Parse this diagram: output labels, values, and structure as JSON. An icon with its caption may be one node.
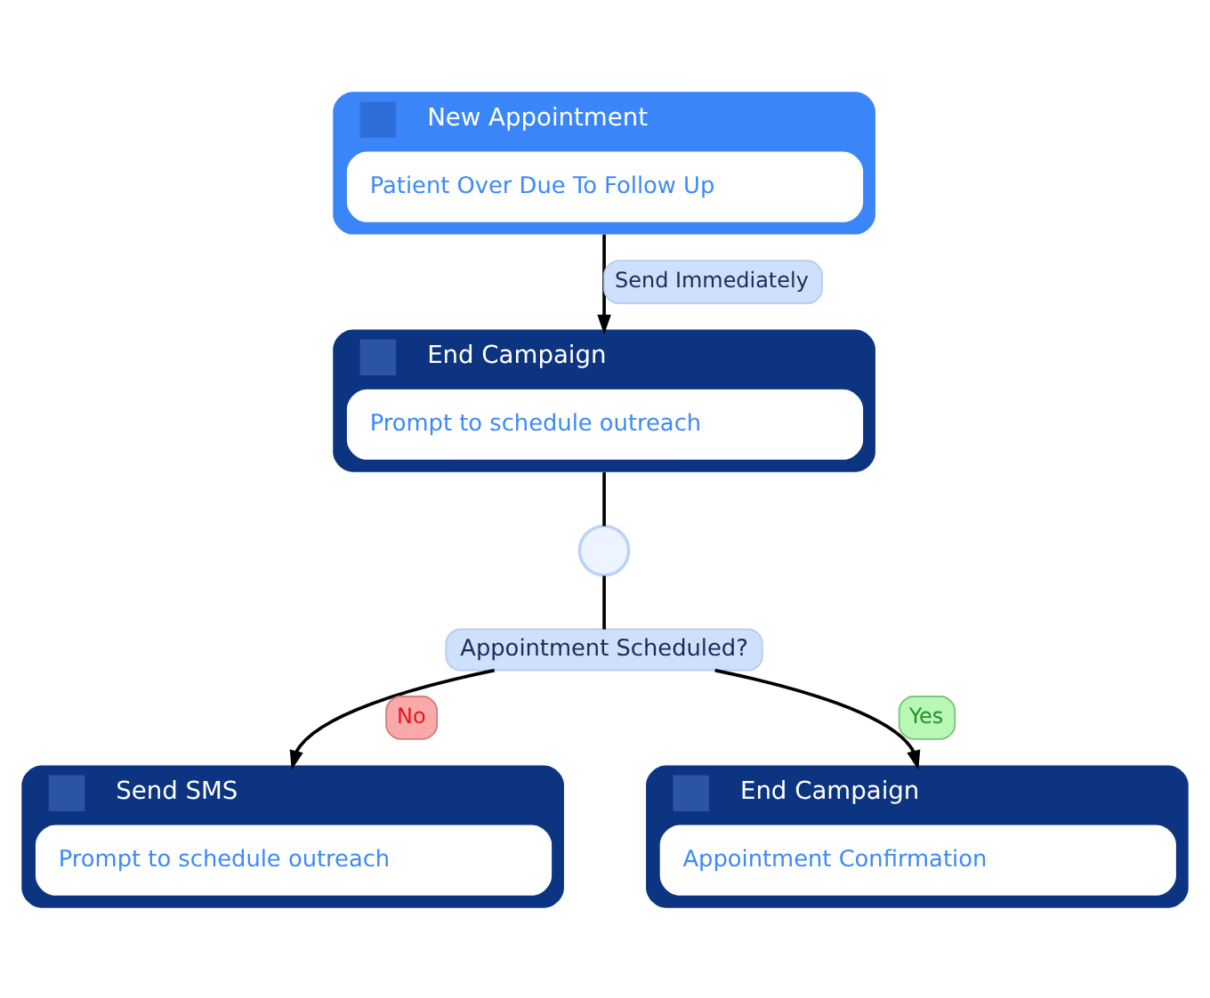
{
  "diagram": {
    "nodes": [
      {
        "text": [
          "New Appointment",
          "Patient Over Due To Follow Up"
        ]
      },
      {
        "text": [
          "End Campaign",
          "Prompt to schedule outreach"
        ]
      },
      {
        "text": [],
        "shape": "circle"
      },
      {
        "text": [
          "Appointment Scheduled?"
        ]
      },
      {
        "text": [
          "Send SMS",
          "Prompt to schedule outreach"
        ]
      },
      {
        "text": [
          "End Campaign",
          "Appointment Confirmation"
        ]
      }
    ],
    "edges": [
      {
        "from": 0,
        "to": 1,
        "arrow": "to",
        "label": "Send Immediately"
      },
      {
        "from": 1,
        "to": 2,
        "arrow": "none"
      },
      {
        "from": 2,
        "to": 3,
        "arrow": "none"
      },
      {
        "from": 3,
        "to": 4,
        "arrow": "to",
        "label": "No"
      },
      {
        "from": 3,
        "to": 5,
        "arrow": "to",
        "label": "Yes"
      }
    ]
  }
}
